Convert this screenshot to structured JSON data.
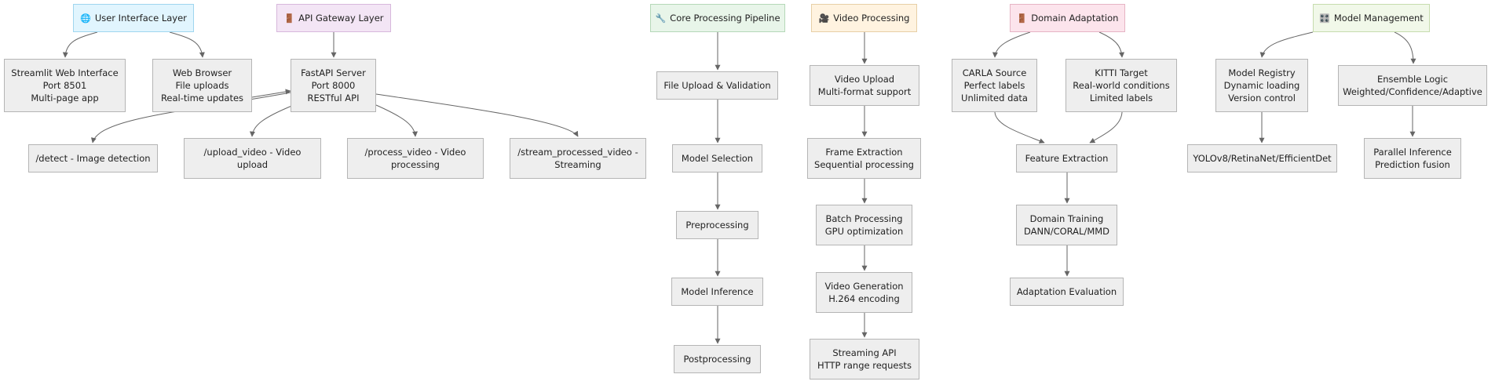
{
  "colors": {
    "ui": "#e1f5fe",
    "api": "#f3e5f5",
    "core": "#e8f5e9",
    "video": "#fff3e0",
    "domain": "#fce4ec",
    "model": "#f1f8e9",
    "node": "#eeeeee",
    "edge": "#666666"
  },
  "headers": {
    "ui": {
      "icon": "🌐",
      "icon_name": "globe-icon",
      "label": "User Interface Layer"
    },
    "api": {
      "icon": "🚪",
      "icon_name": "door-icon",
      "label": "API Gateway Layer"
    },
    "core": {
      "icon": "🔧",
      "icon_name": "wrench-icon",
      "label": "Core Processing Pipeline"
    },
    "video": {
      "icon": "🎥",
      "icon_name": "video-camera-icon",
      "label": "Video Processing"
    },
    "domain": {
      "icon": "🚪",
      "icon_name": "door-icon",
      "label": "Domain Adaptation"
    },
    "model": {
      "icon": "🎛️",
      "icon_name": "control-knobs-icon",
      "label": "Model Management"
    }
  },
  "nodes": {
    "streamlit": [
      "Streamlit Web Interface",
      "Port 8501",
      "Multi-page app"
    ],
    "browser": [
      "Web Browser",
      "File uploads",
      "Real-time updates"
    ],
    "fastapi": [
      "FastAPI Server",
      "Port 8000",
      "RESTful API"
    ],
    "detect": [
      "/detect - Image detection"
    ],
    "upload": [
      "/upload_video - Video",
      "upload"
    ],
    "process": [
      "/process_video - Video",
      "processing"
    ],
    "stream_ep": [
      "/stream_processed_video -",
      "Streaming"
    ],
    "file_upload": [
      "File Upload & Validation"
    ],
    "model_sel": [
      "Model Selection"
    ],
    "preproc": [
      "Preprocessing"
    ],
    "inference": [
      "Model Inference"
    ],
    "postproc": [
      "Postprocessing"
    ],
    "vid_upload": [
      "Video Upload",
      "Multi-format support"
    ],
    "frame_ext": [
      "Frame Extraction",
      "Sequential processing"
    ],
    "batch": [
      "Batch Processing",
      "GPU optimization"
    ],
    "vid_gen": [
      "Video Generation",
      "H.264 encoding"
    ],
    "streaming": [
      "Streaming API",
      "HTTP range requests"
    ],
    "carla": [
      "CARLA Source",
      "Perfect labels",
      "Unlimited data"
    ],
    "kitti": [
      "KITTI Target",
      "Real-world conditions",
      "Limited labels"
    ],
    "feature": [
      "Feature Extraction"
    ],
    "domain_train": [
      "Domain Training",
      "DANN/CORAL/MMD"
    ],
    "adapt_eval": [
      "Adaptation Evaluation"
    ],
    "registry": [
      "Model Registry",
      "Dynamic loading",
      "Version control"
    ],
    "ensemble": [
      "Ensemble Logic",
      "Weighted/Confidence/Adaptive"
    ],
    "yolo": [
      "YOLOv8/RetinaNet/EfficientDet"
    ],
    "parallel": [
      "Parallel Inference",
      "Prediction fusion"
    ]
  }
}
